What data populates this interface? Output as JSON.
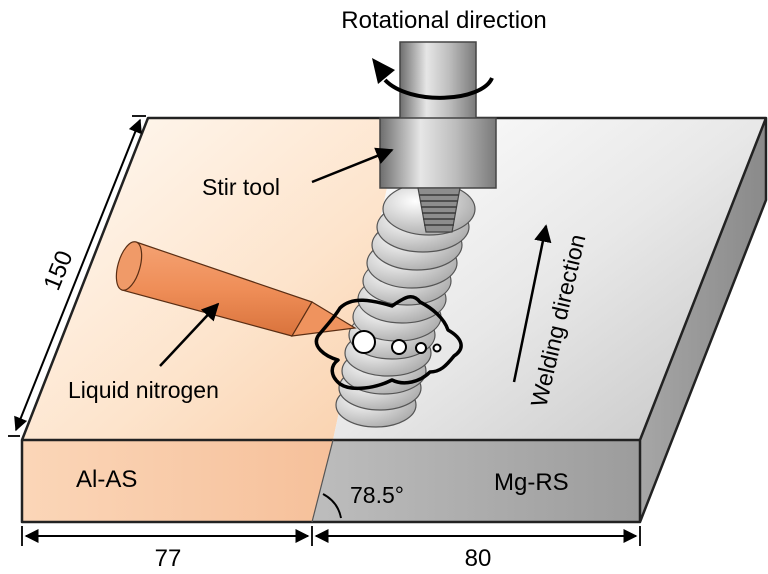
{
  "labels": {
    "rotational_direction": "Rotational direction",
    "stir_tool": "Stir tool",
    "welding_direction": "Welding direction",
    "liquid_nitrogen": "Liquid nitrogen",
    "al_as": "Al-AS",
    "mg_rs": "Mg-RS",
    "angle": "78.5°"
  },
  "dimensions": {
    "length": "150",
    "al_width": "77",
    "mg_width": "80"
  },
  "colors": {
    "al_side": "#f7c9a6",
    "mg_side": "#a9a9a9",
    "nozzle": "#ec8a55",
    "tool": "#9a9a9a"
  }
}
